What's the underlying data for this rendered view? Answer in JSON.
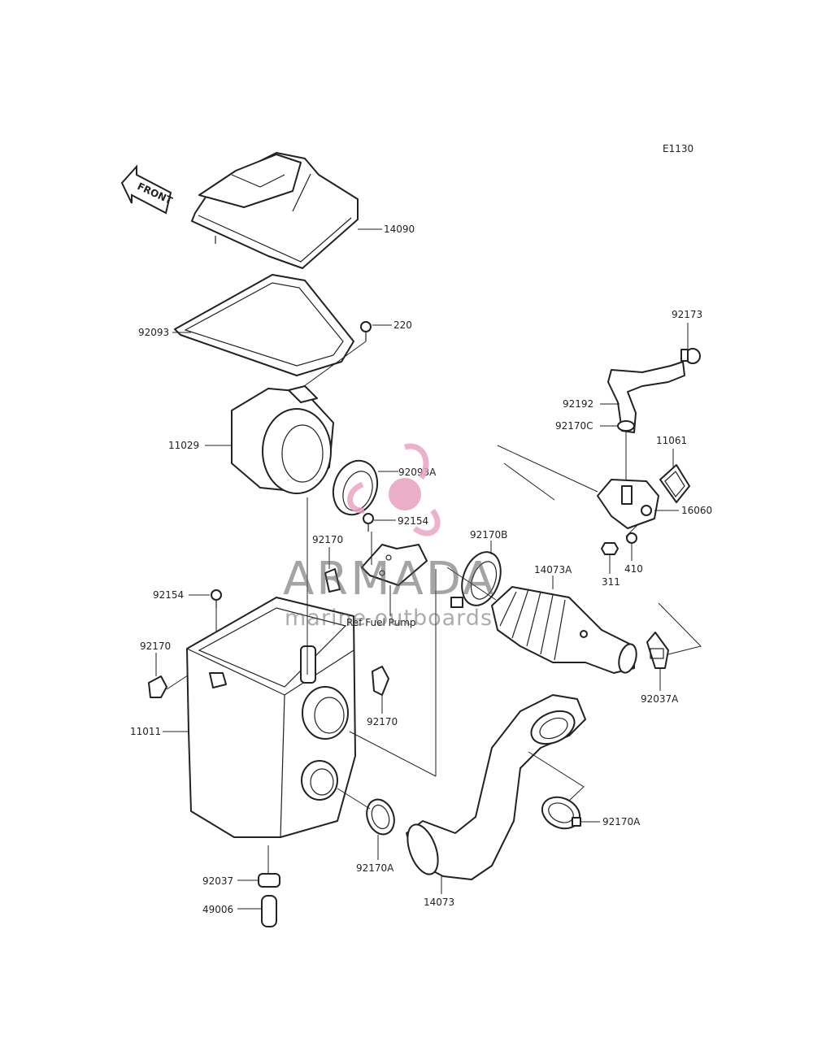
{
  "diagram": {
    "code": "E1130",
    "front_label": "FRONT",
    "ref_note": "Ref Fuel Pump",
    "parts": [
      {
        "id": "p-14090",
        "label": "14090"
      },
      {
        "id": "p-92093",
        "label": "92093"
      },
      {
        "id": "p-220",
        "label": "220"
      },
      {
        "id": "p-11029",
        "label": "11029"
      },
      {
        "id": "p-92093a",
        "label": "92093A"
      },
      {
        "id": "p-92154-a",
        "label": "92154"
      },
      {
        "id": "p-92170-a",
        "label": "92170"
      },
      {
        "id": "p-92154-b",
        "label": "92154"
      },
      {
        "id": "p-92170-b",
        "label": "92170"
      },
      {
        "id": "p-92170-c",
        "label": "92170"
      },
      {
        "id": "p-11011",
        "label": "11011"
      },
      {
        "id": "p-92037",
        "label": "92037"
      },
      {
        "id": "p-49006",
        "label": "49006"
      },
      {
        "id": "p-92170a-a",
        "label": "92170A"
      },
      {
        "id": "p-14073",
        "label": "14073"
      },
      {
        "id": "p-92170a-b",
        "label": "92170A"
      },
      {
        "id": "p-92170b",
        "label": "92170B"
      },
      {
        "id": "p-14073a",
        "label": "14073A"
      },
      {
        "id": "p-92037a",
        "label": "92037A"
      },
      {
        "id": "p-92173",
        "label": "92173"
      },
      {
        "id": "p-92192",
        "label": "92192"
      },
      {
        "id": "p-92170c",
        "label": "92170C"
      },
      {
        "id": "p-11061",
        "label": "11061"
      },
      {
        "id": "p-16060",
        "label": "16060"
      },
      {
        "id": "p-311",
        "label": "311"
      },
      {
        "id": "p-410",
        "label": "410"
      }
    ]
  },
  "watermark": {
    "brand": "ARMADA",
    "tagline": "marine outboards",
    "logo_color": "#e8a0c0"
  }
}
